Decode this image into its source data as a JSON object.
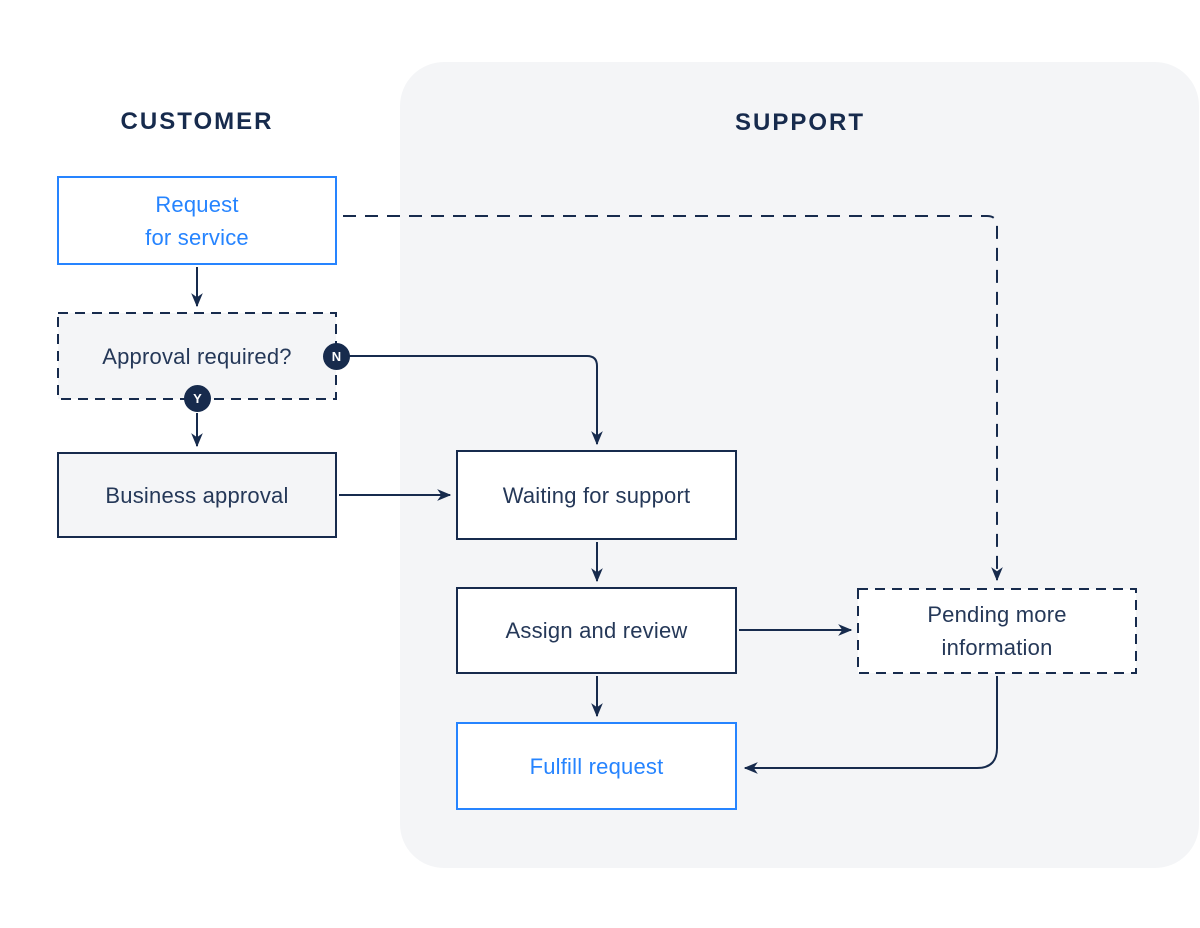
{
  "lanes": {
    "customer": "CUSTOMER",
    "support": "SUPPORT"
  },
  "nodes": {
    "request_for_service": "Request\nfor service",
    "approval_required": "Approval required?",
    "business_approval": "Business approval",
    "waiting_for_support": "Waiting for support",
    "assign_and_review": "Assign and review",
    "pending_more_information": "Pending more\ninformation",
    "fulfill_request": "Fulfill request"
  },
  "badges": {
    "no": "N",
    "yes": "Y"
  },
  "colors": {
    "navy": "#172B4D",
    "text_navy": "#253858",
    "blue": "#2684FF",
    "panel_gray": "#F4F5F7",
    "box_gray": "#F4F5F7",
    "white": "#FFFFFF"
  }
}
